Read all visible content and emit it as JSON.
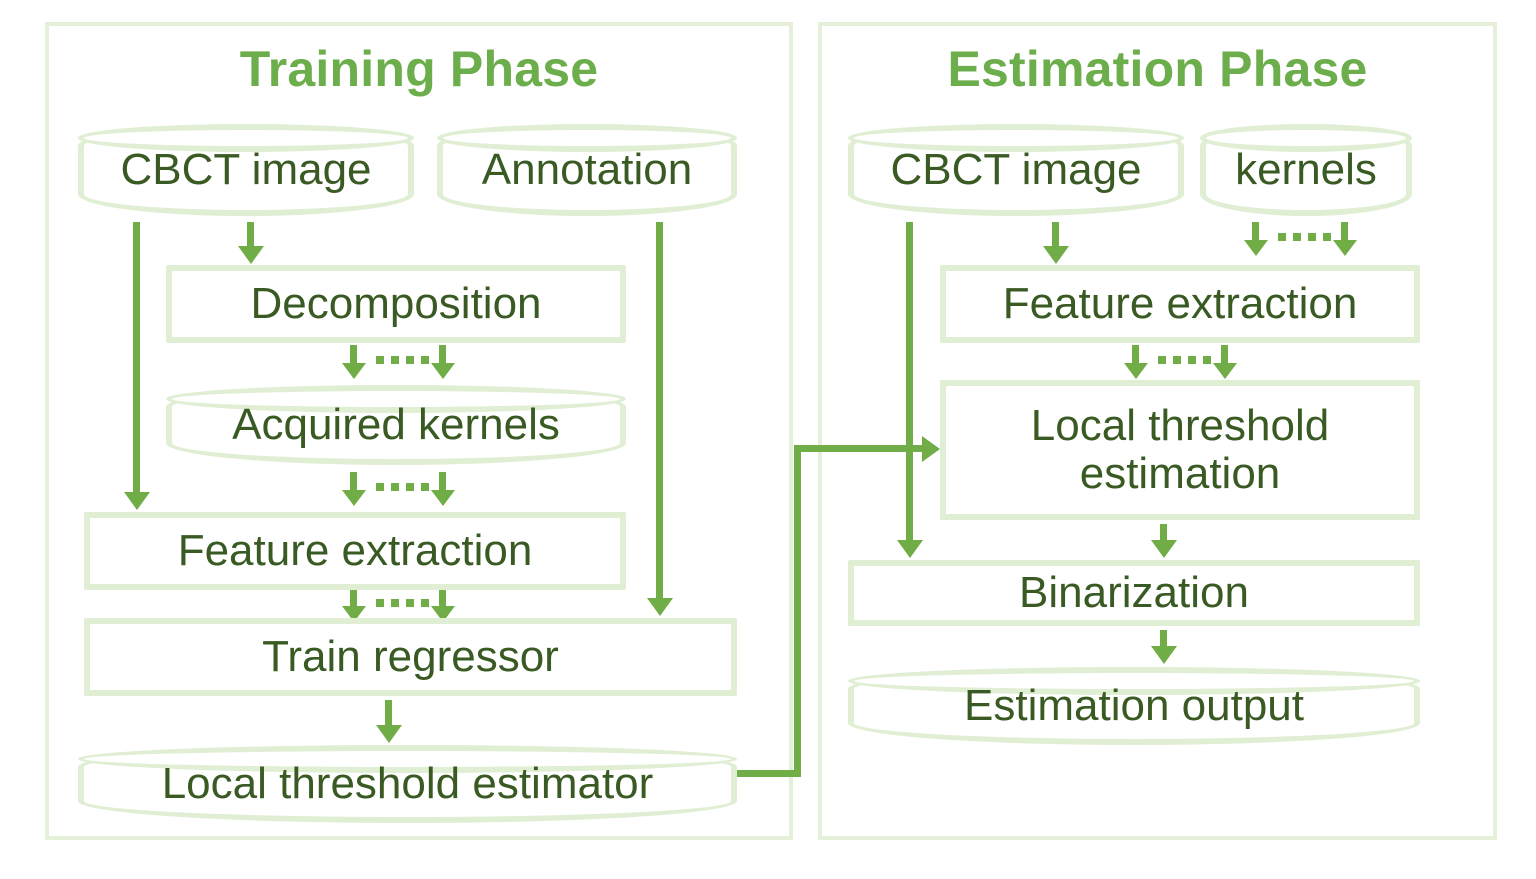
{
  "figure": {
    "kind": "flowchart",
    "colors": {
      "title_green": "#6cad4c",
      "arrow_green": "#70ad47",
      "node_border": "#e0eed3",
      "panel_border": "#e4f0da",
      "text_dark_green": "#3a5a23",
      "background": "#ffffff"
    }
  },
  "panels": [
    {
      "id": "training",
      "title": "Training Phase",
      "nodes": [
        {
          "id": "cbct_train",
          "label": "CBCT image",
          "shape": "cylinder"
        },
        {
          "id": "annotation",
          "label": "Annotation",
          "shape": "cylinder"
        },
        {
          "id": "decomposition",
          "label": "Decomposition",
          "shape": "rect"
        },
        {
          "id": "acquired_kernels",
          "label": "Acquired kernels",
          "shape": "cylinder"
        },
        {
          "id": "feature_train",
          "label": "Feature extraction",
          "shape": "rect"
        },
        {
          "id": "train_regressor",
          "label": "Train regressor",
          "shape": "rect"
        },
        {
          "id": "lt_estimator",
          "label": "Local threshold estimator",
          "shape": "cylinder"
        }
      ],
      "edges": [
        {
          "from": "cbct_train",
          "to": "decomposition",
          "style": "solid"
        },
        {
          "from": "cbct_train",
          "to": "feature_train",
          "style": "solid"
        },
        {
          "from": "decomposition",
          "to": "acquired_kernels",
          "style": "multi-dotted"
        },
        {
          "from": "acquired_kernels",
          "to": "feature_train",
          "style": "multi-dotted"
        },
        {
          "from": "feature_train",
          "to": "train_regressor",
          "style": "multi-dotted"
        },
        {
          "from": "annotation",
          "to": "train_regressor",
          "style": "solid"
        },
        {
          "from": "train_regressor",
          "to": "lt_estimator",
          "style": "solid"
        }
      ]
    },
    {
      "id": "estimation",
      "title": "Estimation Phase",
      "nodes": [
        {
          "id": "cbct_est",
          "label": "CBCT image",
          "shape": "cylinder"
        },
        {
          "id": "kernels",
          "label": "kernels",
          "shape": "cylinder"
        },
        {
          "id": "feature_est",
          "label": "Feature extraction",
          "shape": "rect"
        },
        {
          "id": "lt_estimation",
          "label": "Local threshold\nestimation",
          "line1": "Local threshold",
          "line2": "estimation",
          "shape": "rect"
        },
        {
          "id": "binarization",
          "label": "Binarization",
          "shape": "rect"
        },
        {
          "id": "est_output",
          "label": "Estimation output",
          "shape": "cylinder"
        }
      ],
      "edges": [
        {
          "from": "cbct_est",
          "to": "feature_est",
          "style": "solid"
        },
        {
          "from": "kernels",
          "to": "feature_est",
          "style": "multi-dotted"
        },
        {
          "from": "feature_est",
          "to": "lt_estimation",
          "style": "multi-dotted"
        },
        {
          "from": "cbct_est",
          "to": "binarization",
          "style": "solid"
        },
        {
          "from": "lt_estimation",
          "to": "binarization",
          "style": "solid"
        },
        {
          "from": "binarization",
          "to": "est_output",
          "style": "solid"
        }
      ]
    }
  ],
  "cross_phase_edges": [
    {
      "from": "lt_estimator",
      "to": "lt_estimation",
      "style": "solid-elbow"
    }
  ]
}
